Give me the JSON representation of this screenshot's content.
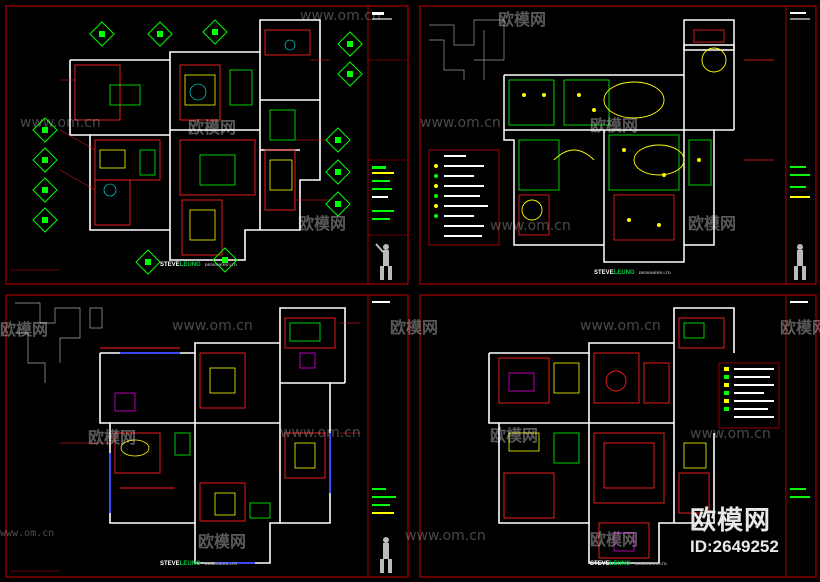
{
  "watermark": {
    "site": "www.om.cn",
    "logo": "欧模网",
    "site_short": "om.cn"
  },
  "brand": {
    "name": "欧模网",
    "id_label": "ID:2649252"
  },
  "sheets": [
    {
      "logo_main": "STEVE",
      "logo_accent": "LEUNG",
      "logo_sub": "DESIGNERS LTD"
    },
    {
      "logo_main": "STEVE",
      "logo_accent": "LEUNG",
      "logo_sub": "DESIGNERS LTD"
    },
    {
      "logo_main": "STEVE",
      "logo_accent": "LEUNG",
      "logo_sub": "DESIGNERS LTD"
    },
    {
      "logo_main": "STEVE",
      "logo_accent": "LEUNG",
      "logo_sub": "DESIGNERS LTD"
    }
  ],
  "colors": {
    "frame": "#c80000",
    "wall": "#ffffff",
    "red": "#ff2020",
    "yellow": "#ffff00",
    "green": "#00ff00",
    "cyan": "#00ffff",
    "magenta": "#ff00ff",
    "grey": "#808080",
    "blue": "#3040ff"
  },
  "icons": [
    "drawing-sheet-icon",
    "title-block-icon",
    "human-figure-icon",
    "legend-table-icon"
  ]
}
